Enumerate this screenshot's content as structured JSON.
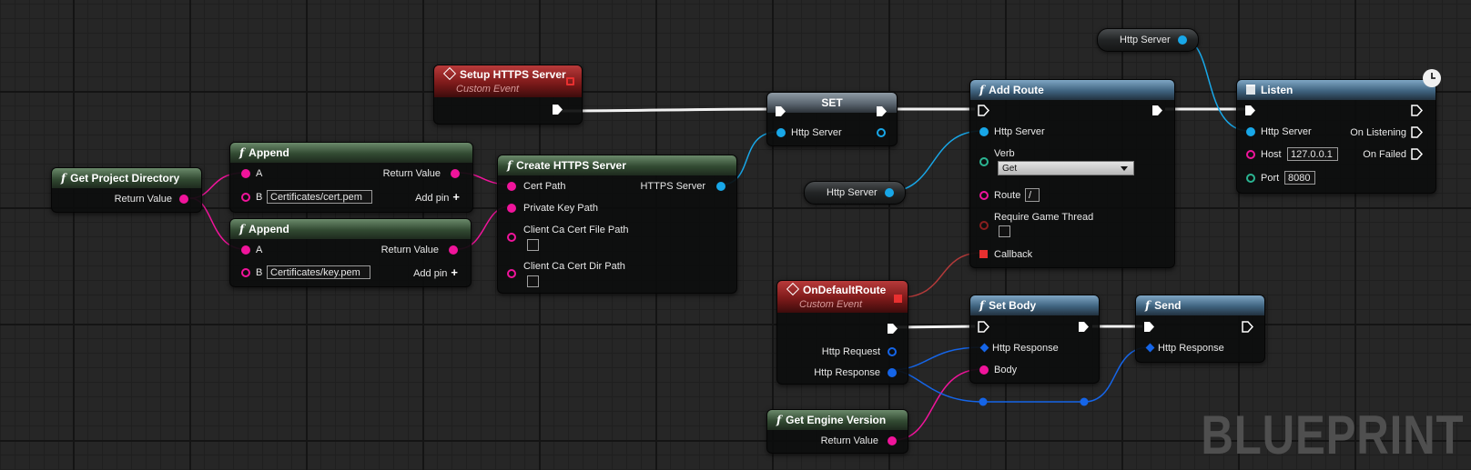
{
  "watermark": "BLUEPRINT",
  "nodes": {
    "get_project_directory": {
      "title": "Get Project Directory",
      "return_label": "Return Value"
    },
    "append1": {
      "title": "Append",
      "a": "A",
      "b": "B",
      "b_value": "Certificates/cert.pem",
      "return_label": "Return Value",
      "add_pin": "Add pin"
    },
    "append2": {
      "title": "Append",
      "a": "A",
      "b": "B",
      "b_value": "Certificates/key.pem",
      "return_label": "Return Value",
      "add_pin": "Add pin"
    },
    "setup_https": {
      "title": "Setup HTTPS Server",
      "subtitle": "Custom Event"
    },
    "create_https": {
      "title": "Create HTTPS Server",
      "cert_path": "Cert Path",
      "private_key_path": "Private Key Path",
      "client_ca_file": "Client Ca Cert File Path",
      "client_ca_dir": "Client Ca Cert Dir Path",
      "output": "HTTPS Server"
    },
    "set": {
      "title": "SET",
      "http_server": "Http Server"
    },
    "http_server_var_top": {
      "label": "Http Server"
    },
    "http_server_var_mid": {
      "label": "Http Server"
    },
    "add_route": {
      "title": "Add Route",
      "http_server": "Http Server",
      "verb": "Verb",
      "verb_value": "Get",
      "route": "Route",
      "route_value": "/",
      "require_game_thread": "Require Game Thread",
      "callback": "Callback"
    },
    "listen": {
      "title": "Listen",
      "http_server": "Http Server",
      "on_listening": "On Listening",
      "host": "Host",
      "host_value": "127.0.0.1",
      "on_failed": "On Failed",
      "port": "Port",
      "port_value": "8080"
    },
    "on_default_route": {
      "title": "OnDefaultRoute",
      "subtitle": "Custom Event",
      "http_request": "Http Request",
      "http_response": "Http Response"
    },
    "set_body": {
      "title": "Set Body",
      "http_response": "Http Response",
      "body": "Body"
    },
    "send": {
      "title": "Send",
      "http_response": "Http Response"
    },
    "get_engine_version": {
      "title": "Get Engine Version",
      "return_label": "Return Value"
    }
  },
  "colors": {
    "string_pin": "#f0149b",
    "object_pin": "#18a7e8",
    "struct_pin": "#1565e8",
    "enum_pin": "#2bb592",
    "delegate_pin": "#e83030",
    "exec_wire": "#ffffff"
  }
}
